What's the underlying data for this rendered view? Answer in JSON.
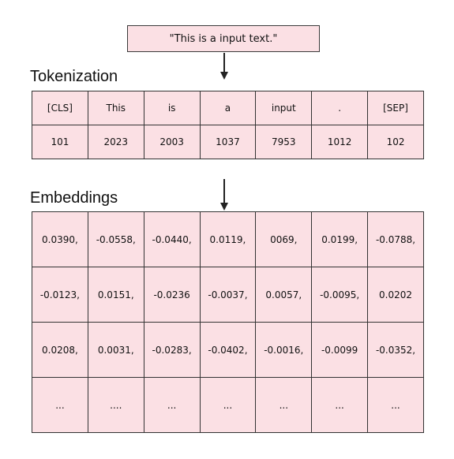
{
  "input_text": "\"This is a input text.\"",
  "tokenization": {
    "label": "Tokenization",
    "tokens": [
      "[CLS]",
      "This",
      "is",
      "a",
      "input",
      ".",
      "[SEP]"
    ],
    "ids": [
      "101",
      "2023",
      "2003",
      "1037",
      "7953",
      "1012",
      "102"
    ]
  },
  "embeddings": {
    "label": "Embeddings",
    "rows": [
      [
        "0.0390,",
        "-0.0558,",
        "-0.0440,",
        "0.0119,",
        "0069,",
        "0.0199,",
        "-0.0788,"
      ],
      [
        "-0.0123,",
        "0.0151,",
        "-0.0236",
        "-0.0037,",
        "0.0057,",
        "-0.0095,",
        "0.0202"
      ],
      [
        "0.0208,",
        "0.0031,",
        "-0.0283,",
        "-0.0402,",
        "-0.0016,",
        "-0.0099",
        "-0.0352,"
      ],
      [
        "...",
        "....",
        "...",
        "...",
        "...",
        "...",
        "..."
      ]
    ]
  },
  "colors": {
    "cell_fill": "#fbe0e4",
    "border": "#333333"
  }
}
